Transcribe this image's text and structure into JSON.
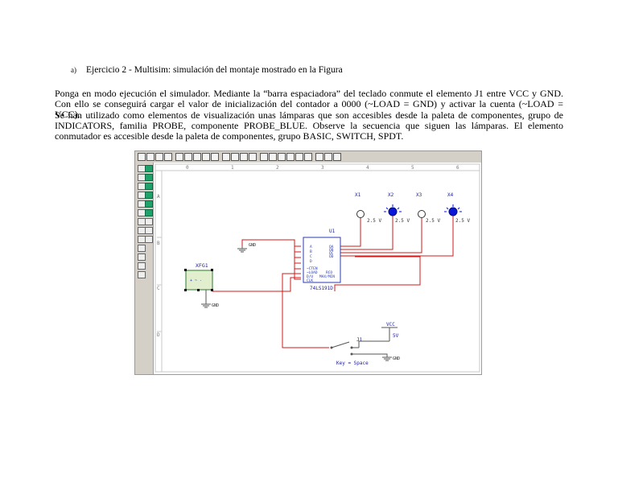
{
  "document": {
    "item_marker": "a)",
    "item_text": "Ejercicio 2 - Multisim: simulación del montaje mostrado en la Figura",
    "paragraph1": "Ponga en modo ejecución el simulador. Mediante la “barra espaciadora” del teclado conmute el elemento J1 entre VCC y GND. Con ello se conseguirá cargar el valor de inicialización del contador a 0000 (~LOAD = GND) y activar la cuenta (~LOAD = VCC).",
    "paragraph2": "Se han utilizado como elementos de visualización unas lámparas que son accesibles desde la paleta de componentes, grupo de INDICATORS, familia PROBE, componente PROBE_BLUE. Observe la secuencia que siguen las lámparas. El elemento conmutador es accesible desde la paleta de componentes, grupo BASIC, SWITCH, SPDT."
  },
  "schematic": {
    "col_labels": [
      "0",
      "1",
      "2",
      "3",
      "4",
      "5",
      "6"
    ],
    "row_labels": [
      "A",
      "B",
      "C",
      "D"
    ],
    "probes": [
      {
        "ref": "X1",
        "value": "2.5 V",
        "lit": false
      },
      {
        "ref": "X2",
        "value": "2.5 V",
        "lit": true
      },
      {
        "ref": "X3",
        "value": "2.5 V",
        "lit": false
      },
      {
        "ref": "X4",
        "value": "2.5 V",
        "lit": true
      }
    ],
    "ic": {
      "ref": "U1",
      "part": "74LS191D",
      "left_pins": [
        "A",
        "B",
        "C",
        "D",
        "~CTEN",
        "~LOAD",
        "D/U",
        "CLK"
      ],
      "right_pins": [
        "QA",
        "QB",
        "QC",
        "QD",
        "RCO",
        "MAX/MIN"
      ]
    },
    "generator": {
      "ref": "XFG1",
      "symbols": "+ ~ -"
    },
    "gnd_label": "GND",
    "vcc": {
      "label": "VCC",
      "value": "5V"
    },
    "switch": {
      "ref": "J1",
      "key": "Key = Space"
    },
    "colors": {
      "wire": "#d01818",
      "lamp_on": "#0a16d8",
      "toolbar_green": "#1fa36a"
    }
  }
}
